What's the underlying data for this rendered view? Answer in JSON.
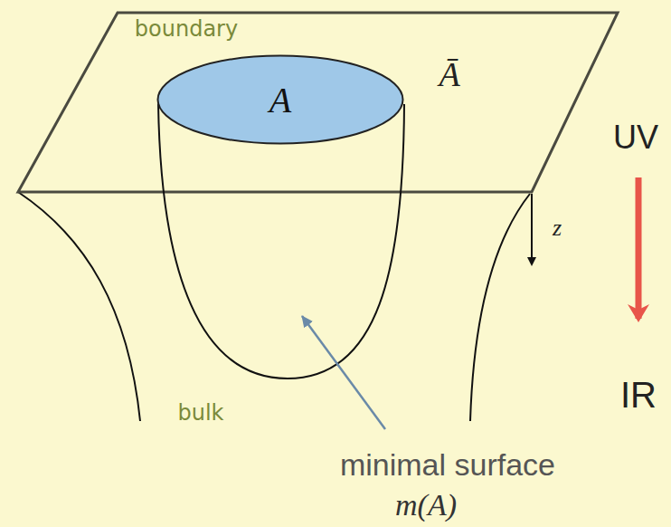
{
  "diagram": {
    "nodes": [
      {
        "text": [
          "A"
        ]
      }
    ],
    "labels": [
      "boundary",
      "Ā",
      "z",
      "UV",
      "IR",
      "bulk",
      "minimal surface",
      "m(A)"
    ]
  }
}
